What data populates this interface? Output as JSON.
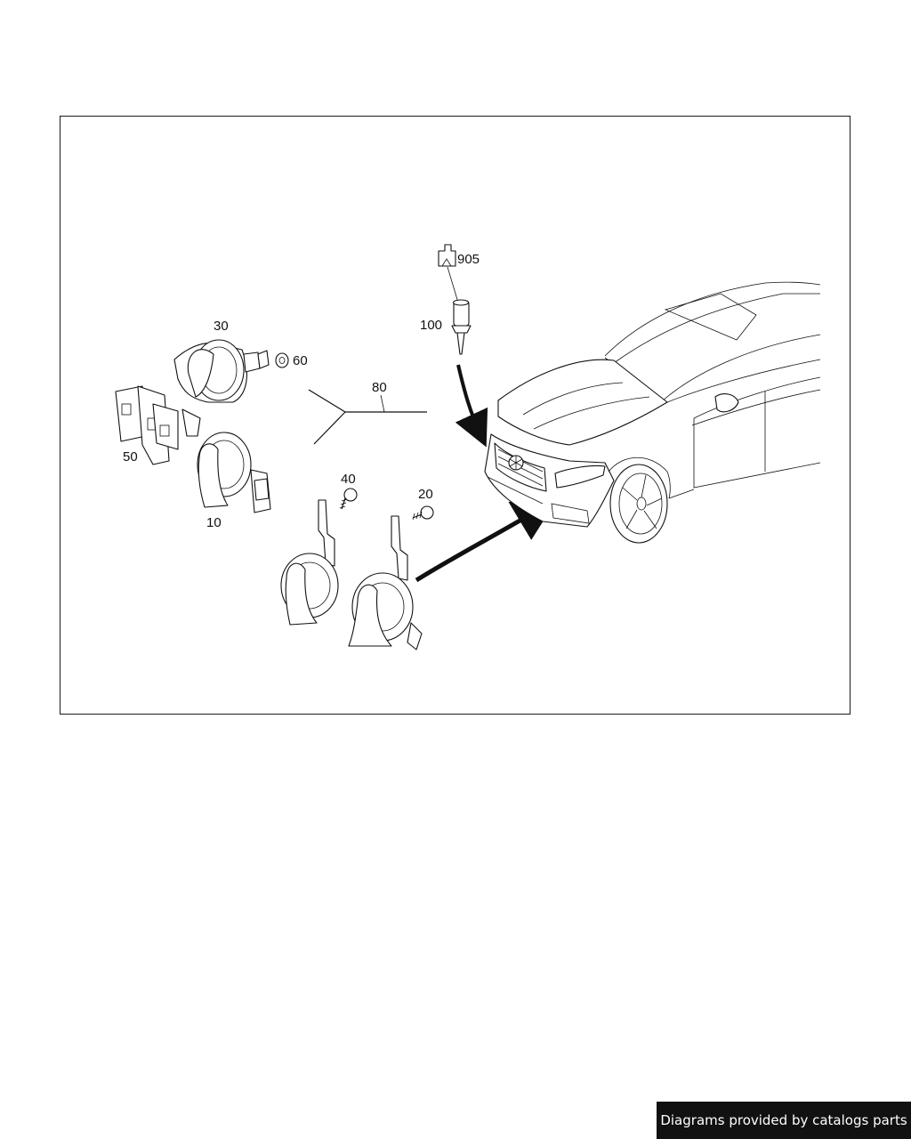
{
  "diagram": {
    "callouts": {
      "c905": "905",
      "c100": "100",
      "c30": "30",
      "c60": "60",
      "c80": "80",
      "c50": "50",
      "c40": "40",
      "c20": "20",
      "c10": "10"
    }
  },
  "footer": {
    "text": "Diagrams provided by catalogs parts"
  }
}
